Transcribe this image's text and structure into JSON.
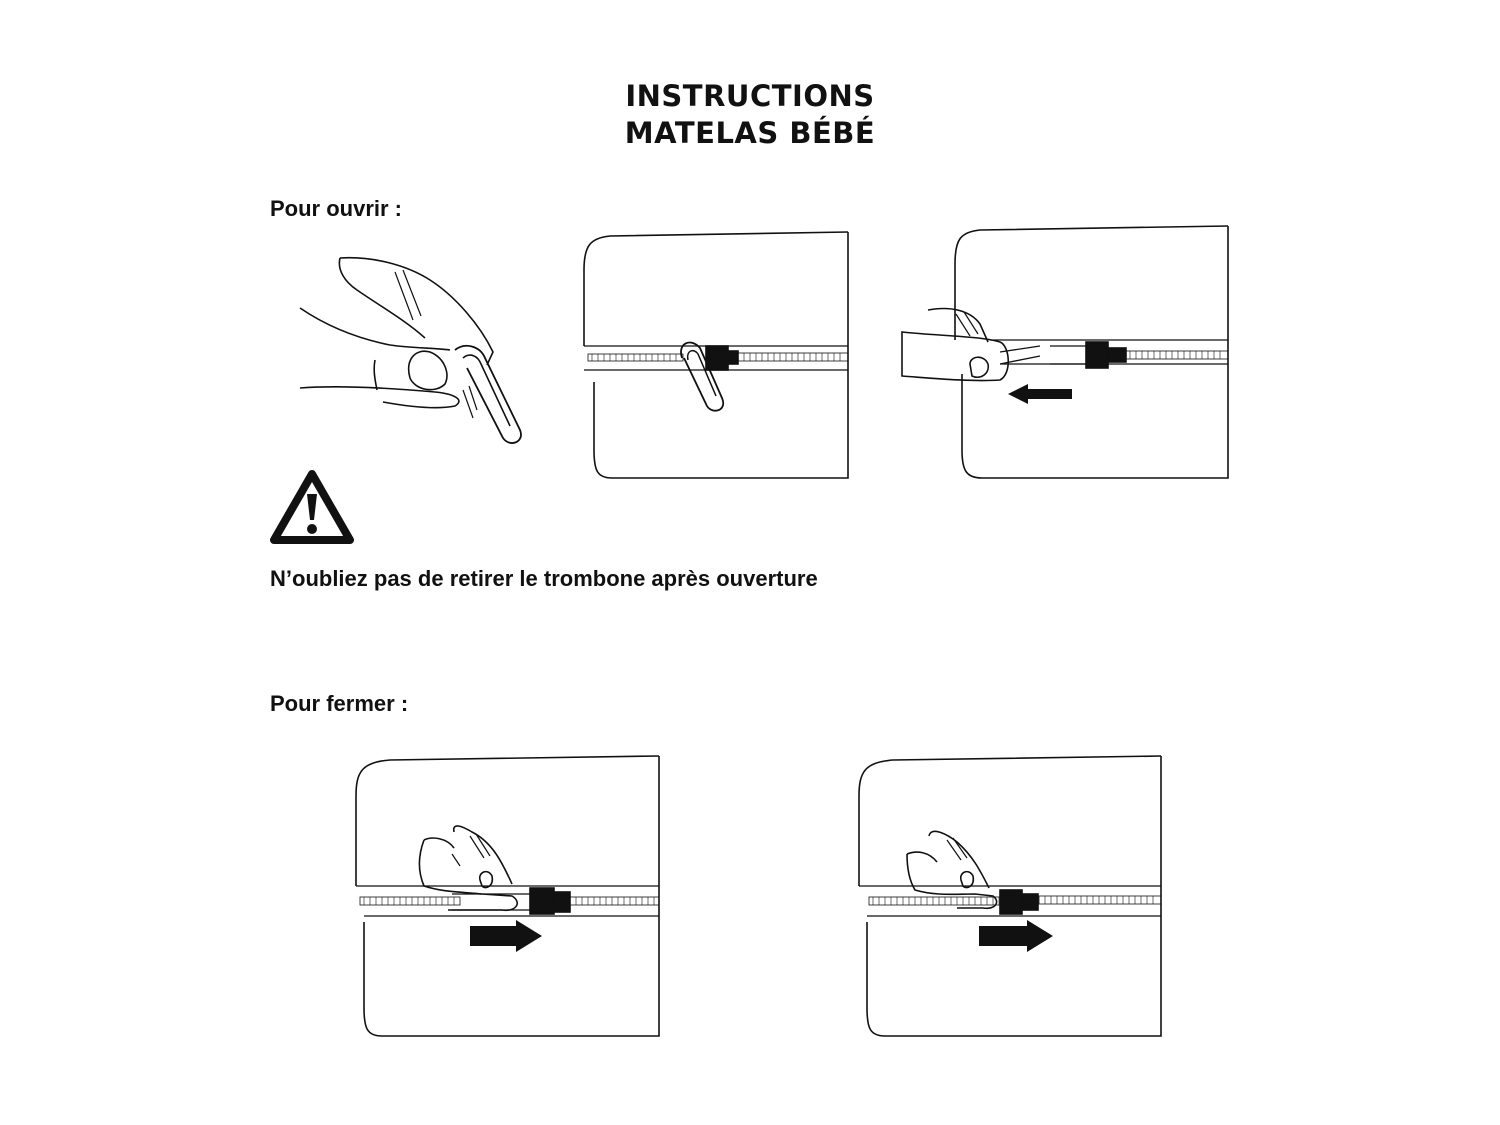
{
  "title": {
    "line1": "INSTRUCTIONS",
    "line2": "MATELAS BÉBÉ"
  },
  "open_section": {
    "heading": "Pour ouvrir :",
    "warning_text": "N’oubliez pas de retirer le trombone après ouverture",
    "warning_icon": "warning-triangle-icon"
  },
  "close_section": {
    "heading": "Pour fermer :"
  },
  "colors": {
    "ink": "#111111",
    "background": "#ffffff"
  }
}
